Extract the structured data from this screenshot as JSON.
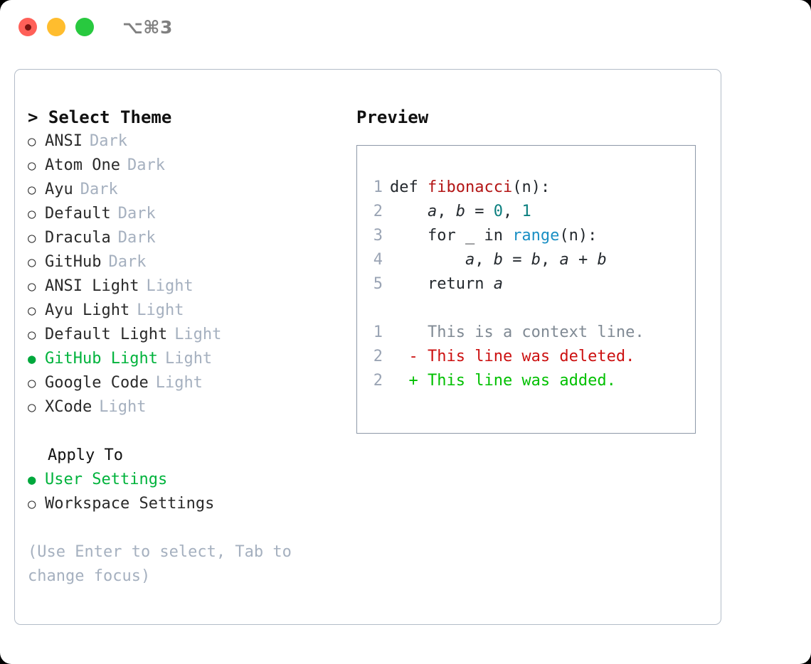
{
  "titlebar": {
    "shortcut": "⌥⌘3",
    "buttons": [
      {
        "name": "close",
        "color": "#ff6058"
      },
      {
        "name": "minimize",
        "color": "#ffbd2e"
      },
      {
        "name": "maximize",
        "color": "#28c93f"
      }
    ]
  },
  "theme_picker": {
    "heading": "> Select Theme",
    "marker_unselected": "○",
    "marker_selected": "●",
    "items": [
      {
        "label": "ANSI",
        "variant": "Dark",
        "selected": false
      },
      {
        "label": "Atom One",
        "variant": "Dark",
        "selected": false
      },
      {
        "label": "Ayu",
        "variant": "Dark",
        "selected": false
      },
      {
        "label": "Default",
        "variant": "Dark",
        "selected": false
      },
      {
        "label": "Dracula",
        "variant": "Dark",
        "selected": false
      },
      {
        "label": "GitHub",
        "variant": "Dark",
        "selected": false
      },
      {
        "label": "ANSI Light",
        "variant": "Light",
        "selected": false
      },
      {
        "label": "Ayu Light",
        "variant": "Light",
        "selected": false
      },
      {
        "label": "Default Light",
        "variant": "Light",
        "selected": false
      },
      {
        "label": "GitHub Light",
        "variant": "Light",
        "selected": true
      },
      {
        "label": "Google Code",
        "variant": "Light",
        "selected": false
      },
      {
        "label": "XCode",
        "variant": "Light",
        "selected": false
      }
    ]
  },
  "apply_to": {
    "heading": "Apply To",
    "items": [
      {
        "label": "User Settings",
        "selected": true
      },
      {
        "label": "Workspace Settings",
        "selected": false
      }
    ]
  },
  "hint": "(Use Enter to select, Tab to\nchange focus)",
  "preview": {
    "heading": "Preview",
    "code_lines": [
      {
        "num": "1",
        "tokens": [
          {
            "text": "def ",
            "type": "plain"
          },
          {
            "text": "fibonacci",
            "type": "function"
          },
          {
            "text": "(n):",
            "type": "plain"
          }
        ]
      },
      {
        "num": "2",
        "tokens": [
          {
            "text": "    ",
            "type": "plain"
          },
          {
            "text": "a",
            "type": "var"
          },
          {
            "text": ", ",
            "type": "plain"
          },
          {
            "text": "b",
            "type": "var"
          },
          {
            "text": " = ",
            "type": "plain"
          },
          {
            "text": "0",
            "type": "number"
          },
          {
            "text": ", ",
            "type": "plain"
          },
          {
            "text": "1",
            "type": "number"
          }
        ]
      },
      {
        "num": "3",
        "tokens": [
          {
            "text": "    for _ in ",
            "type": "plain"
          },
          {
            "text": "range",
            "type": "builtin"
          },
          {
            "text": "(n):",
            "type": "plain"
          }
        ]
      },
      {
        "num": "4",
        "tokens": [
          {
            "text": "        ",
            "type": "plain"
          },
          {
            "text": "a",
            "type": "var"
          },
          {
            "text": ", ",
            "type": "plain"
          },
          {
            "text": "b",
            "type": "var"
          },
          {
            "text": " = ",
            "type": "plain"
          },
          {
            "text": "b",
            "type": "var"
          },
          {
            "text": ", ",
            "type": "plain"
          },
          {
            "text": "a",
            "type": "var"
          },
          {
            "text": " + ",
            "type": "plain"
          },
          {
            "text": "b",
            "type": "var"
          }
        ]
      },
      {
        "num": "5",
        "tokens": [
          {
            "text": "    return ",
            "type": "plain"
          },
          {
            "text": "a",
            "type": "var"
          }
        ]
      }
    ],
    "diff_lines": [
      {
        "num": "1",
        "sign": " ",
        "text": "This is a context line.",
        "kind": "context"
      },
      {
        "num": "2",
        "sign": "-",
        "text": "This line was deleted.",
        "kind": "deleted"
      },
      {
        "num": "2",
        "sign": "+",
        "text": "This line was added.",
        "kind": "added"
      }
    ]
  },
  "colors": {
    "accent_green": "#00b33c",
    "muted": "#a5b0bf",
    "panel_border": "#b3bcc8",
    "preview_border": "#8d98a8",
    "diff_deleted": "#cc1111",
    "diff_added": "#00c000",
    "syntax_function": "#b31515",
    "syntax_builtin": "#1a8fc4",
    "syntax_number": "#0b7f7f"
  }
}
